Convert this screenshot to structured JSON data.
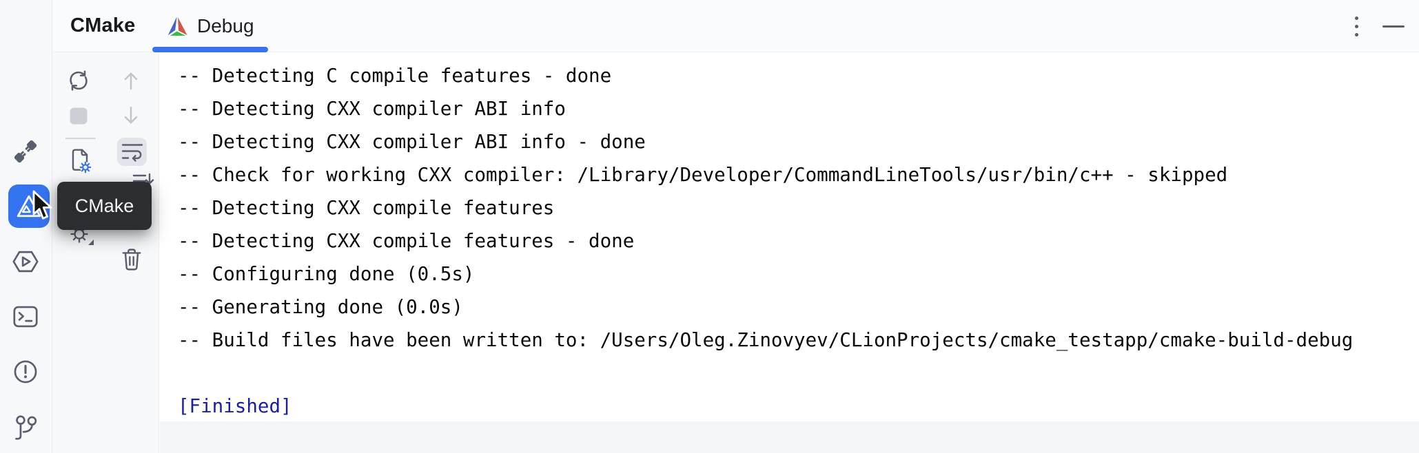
{
  "colors": {
    "accent": "#3574F0",
    "tooltip_bg": "#2B2D30",
    "console_system_text": "#1A1DA8",
    "icon_gray": "#5A5F6E"
  },
  "header": {
    "title": "CMake",
    "tab_label": "Debug",
    "tab_icon": "cmake-logo-icon",
    "more_icon": "kebab-menu-icon",
    "minimize_icon": "minimize-icon"
  },
  "activity_bar": {
    "items": [
      {
        "name": "plugins-connector",
        "icon": "plug-icon",
        "active": false
      },
      {
        "name": "cmake",
        "icon": "cmake-icon",
        "active": true
      },
      {
        "name": "services",
        "icon": "run-hexagon-icon",
        "active": false
      },
      {
        "name": "terminal",
        "icon": "terminal-icon",
        "active": false
      },
      {
        "name": "problems",
        "icon": "problems-icon",
        "active": false
      },
      {
        "name": "version-control",
        "icon": "git-branch-icon",
        "active": false
      }
    ]
  },
  "toolbar": {
    "buttons": [
      {
        "name": "reload-cmake-project",
        "icon": "refresh-icon"
      },
      {
        "name": "navigate-up",
        "icon": "arrow-up-icon",
        "disabled": true
      },
      {
        "name": "stop",
        "icon": "stop-icon",
        "disabled": true
      },
      {
        "name": "navigate-down",
        "icon": "arrow-down-icon",
        "disabled": true
      },
      {
        "name": "cmake-settings",
        "icon": "file-gear-icon"
      },
      {
        "name": "soft-wrap",
        "icon": "soft-wrap-icon",
        "active": true
      },
      {
        "name": "scroll-to-end",
        "icon": "scroll-end-icon"
      },
      {
        "name": "settings",
        "icon": "gear-dropdown-icon"
      },
      {
        "name": "clear-all",
        "icon": "trash-icon"
      }
    ]
  },
  "tooltip": {
    "text": "CMake"
  },
  "console": {
    "lines": [
      "-- Detecting C compile features - done",
      "-- Detecting CXX compiler ABI info",
      "-- Detecting CXX compiler ABI info - done",
      "-- Check for working CXX compiler: /Library/Developer/CommandLineTools/usr/bin/c++ - skipped",
      "-- Detecting CXX compile features",
      "-- Detecting CXX compile features - done",
      "-- Configuring done (0.5s)",
      "-- Generating done (0.0s)",
      "-- Build files have been written to: /Users/Oleg.Zinovyev/CLionProjects/cmake_testapp/cmake-build-debug"
    ],
    "status_line": "[Finished]"
  }
}
